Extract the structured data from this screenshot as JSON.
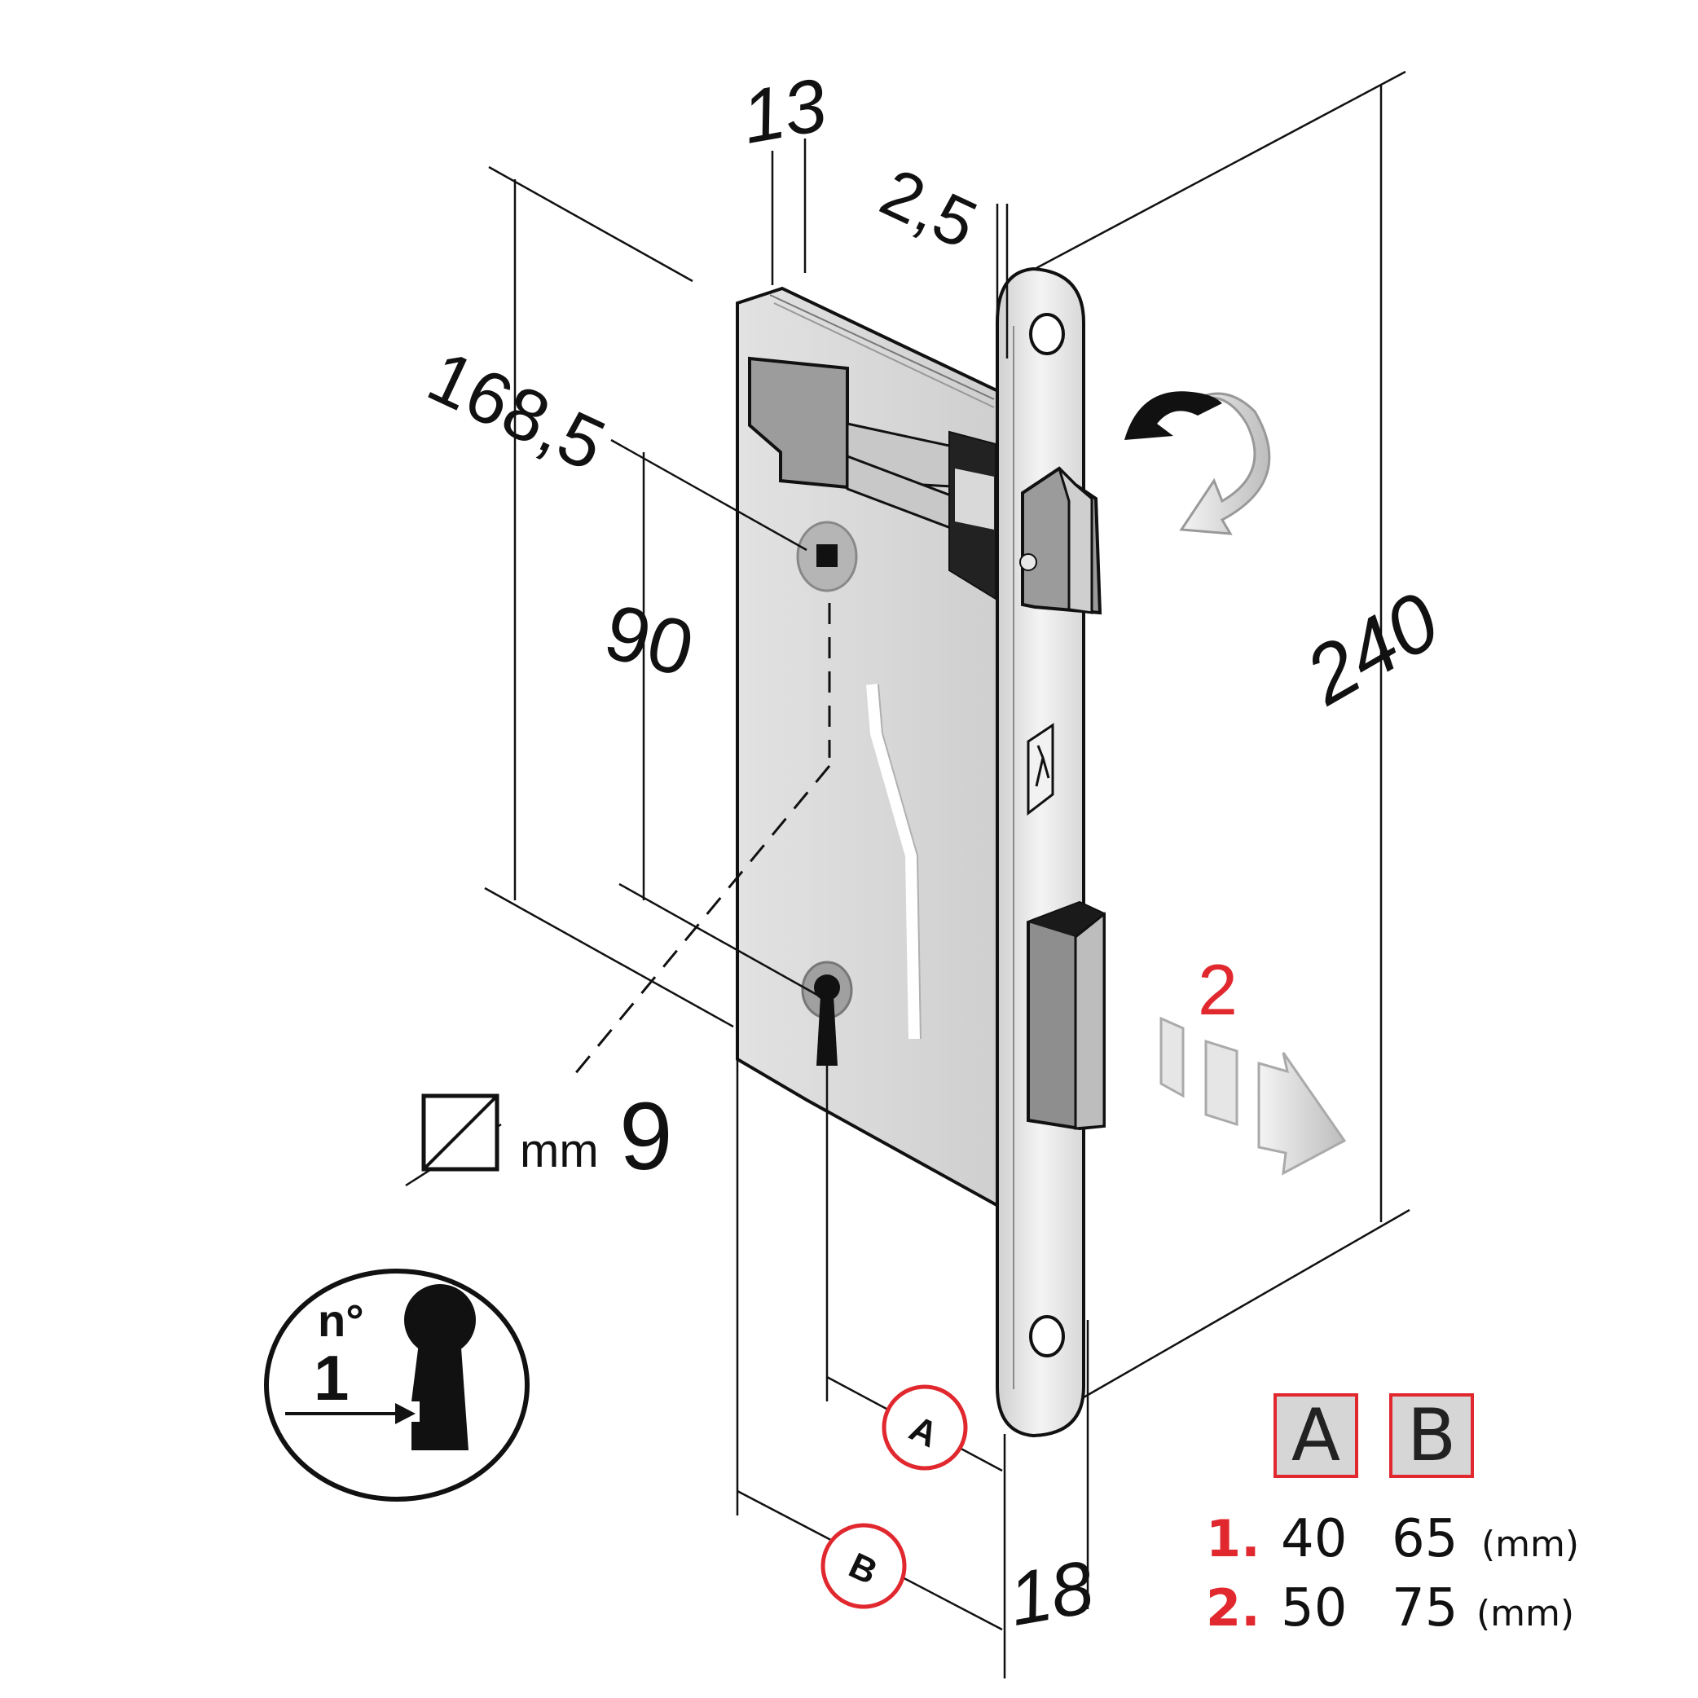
{
  "dimensions": {
    "thickness": "13",
    "faceplate_thickness": "2,5",
    "case_height": "168,5",
    "center_distance": "90",
    "faceplate_length": "240",
    "faceplate_width": "18",
    "square_size_unit": "mm",
    "square_size_value": "9",
    "callout_a": "A",
    "callout_b": "B"
  },
  "reversible_indicator": "2",
  "key_badge": {
    "prefix": "n°",
    "number": "1"
  },
  "table": {
    "headers": [
      "A",
      "B"
    ],
    "rows": [
      {
        "index": "1.",
        "a": "40",
        "b": "65",
        "unit": "(mm)"
      },
      {
        "index": "2.",
        "a": "50",
        "b": "75",
        "unit": "(mm)"
      }
    ]
  },
  "colors": {
    "accent_red": "#e0282e",
    "metal": "#dcdcdc",
    "metal_dark": "#8a8a8a",
    "line": "#111111",
    "header_fill": "#d6d6d6"
  }
}
